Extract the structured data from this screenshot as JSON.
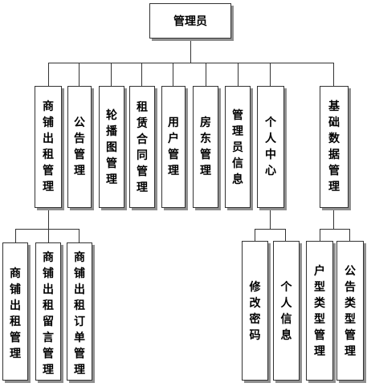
{
  "root": {
    "label": "管理员"
  },
  "level1": [
    {
      "id": "shop-rental-mgmt",
      "label": "商铺出租管理"
    },
    {
      "id": "notice-mgmt",
      "label": "公告管理"
    },
    {
      "id": "carousel-mgmt",
      "label": "轮播图管理"
    },
    {
      "id": "lease-contract-mgmt",
      "label": "租赁合同管理"
    },
    {
      "id": "user-mgmt",
      "label": "用户管理"
    },
    {
      "id": "landlord-mgmt",
      "label": "房东管理"
    },
    {
      "id": "admin-info",
      "label": "管理员信息"
    },
    {
      "id": "personal-center",
      "label": "个人中心"
    },
    {
      "id": "basic-data-mgmt",
      "label": "基础数据管理"
    }
  ],
  "level2": {
    "shop-rental-mgmt": [
      {
        "id": "shop-rental-sub",
        "label": "商铺出租管理"
      },
      {
        "id": "shop-message-sub",
        "label": "商铺出租留言管理"
      },
      {
        "id": "shop-order-sub",
        "label": "商铺出租订单管理"
      }
    ],
    "personal-center": [
      {
        "id": "change-password",
        "label": "修改密码"
      },
      {
        "id": "personal-info",
        "label": "个人信息"
      }
    ],
    "basic-data-mgmt": [
      {
        "id": "household-type-mgmt",
        "label": "户型类型管理"
      },
      {
        "id": "notice-type-mgmt",
        "label": "公告类型管理"
      }
    ]
  }
}
